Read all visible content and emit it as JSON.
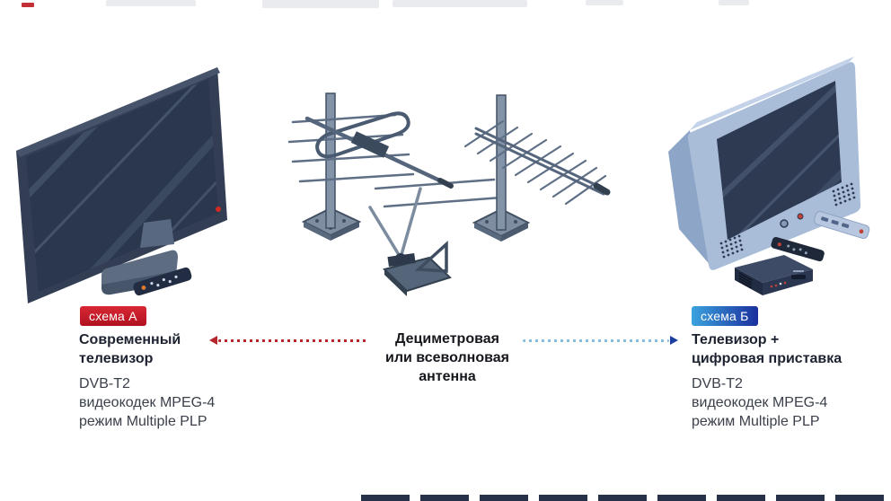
{
  "scheme_a": {
    "badge_label": "схема А",
    "badge_color": "#c81926",
    "title_lines": [
      "Современный",
      "телевизор"
    ],
    "specs": [
      "DVB-T2",
      "видеокодек MPEG-4",
      "режим Multiple PLP"
    ],
    "arrow_color": "#b5252b"
  },
  "antenna_center": {
    "label_lines": [
      "Дециметровая",
      "или всеволновая",
      "антенна"
    ]
  },
  "scheme_b": {
    "badge_label": "схема Б",
    "badge_gradient_left": "#3ba3de",
    "badge_gradient_right": "#1b2f9e",
    "title_lines": [
      "Телевизор +",
      "цифровая приставка"
    ],
    "specs": [
      "DVB-T2",
      "видеокодек MPEG-4",
      "режим Multiple PLP"
    ],
    "arrow_dot_color": "#86bedf",
    "arrow_head_color": "#1c3f9e"
  }
}
